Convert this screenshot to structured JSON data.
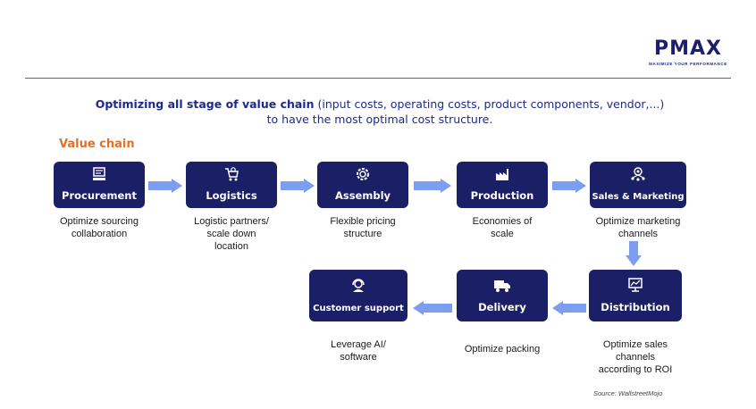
{
  "brand": {
    "logo_text": "PMAX",
    "tagline": "MAXIMIZE YOUR PERFORMANCE"
  },
  "headline": {
    "bold_part": "Optimizing all stage of value chain",
    "rest_part": " (input costs, operating costs, product components, vendor,...)",
    "line2": "to have the most optimal cost structure."
  },
  "section_title": "Value chain",
  "steps": [
    {
      "label": "Procurement",
      "icon": "computer-board-icon",
      "desc": [
        "Optimize sourcing",
        "collaboration"
      ]
    },
    {
      "label": "Logistics",
      "icon": "cart-gear-icon",
      "desc": [
        "Logistic partners/",
        "scale down",
        "location"
      ]
    },
    {
      "label": "Assembly",
      "icon": "gear-assembly-icon",
      "desc": [
        "Flexible pricing",
        "structure"
      ]
    },
    {
      "label": "Production",
      "icon": "factory-icon",
      "desc": [
        "Economies of",
        "scale"
      ]
    },
    {
      "label": "Sales & Marketing",
      "icon": "network-people-icon",
      "desc": [
        "Optimize marketing",
        "channels"
      ]
    },
    {
      "label": "Distribution",
      "icon": "presentation-chart-icon",
      "desc": [
        "Optimize sales",
        "channels",
        "according to ROI"
      ]
    },
    {
      "label": "Delivery",
      "icon": "delivery-truck-icon",
      "desc": [
        "Optimize packing"
      ]
    },
    {
      "label": "Customer support",
      "icon": "headset-agent-icon",
      "desc": [
        "Leverage AI/",
        "software"
      ]
    }
  ],
  "source": "Source: WallstreetMojo",
  "colors": {
    "box": "#1a1f66",
    "arrow": "#7d9ef0",
    "accent": "#e0702a",
    "headline": "#1c2a8c"
  }
}
